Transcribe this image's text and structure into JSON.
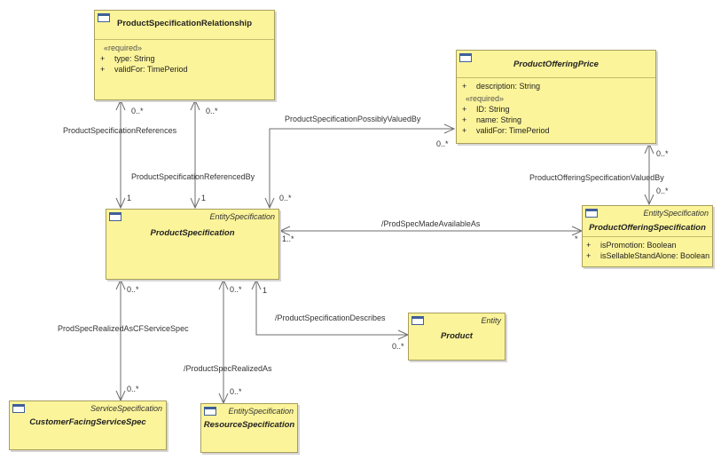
{
  "classes": {
    "psr": {
      "name": "ProductSpecificationRelationship",
      "required_label": "«required»",
      "attributes": [
        {
          "vis": "+",
          "text": "type: String"
        },
        {
          "vis": "+",
          "text": "validFor: TimePeriod"
        }
      ]
    },
    "pop": {
      "name": "ProductOfferingPrice",
      "attr_top": {
        "vis": "+",
        "text": "description: String"
      },
      "required_label": "«required»",
      "attributes": [
        {
          "vis": "+",
          "text": "ID: String"
        },
        {
          "vis": "+",
          "text": "name: String"
        },
        {
          "vis": "+",
          "text": "validFor: TimePeriod"
        }
      ]
    },
    "ps": {
      "stereotype": "EntitySpecification",
      "name": "ProductSpecification"
    },
    "pos": {
      "stereotype": "EntitySpecification",
      "name": "ProductOfferingSpecification",
      "attributes": [
        {
          "vis": "+",
          "text": "isPromotion: Boolean"
        },
        {
          "vis": "+",
          "text": "isSellableStandAlone: Boolean"
        }
      ]
    },
    "product": {
      "stereotype": "Entity",
      "name": "Product"
    },
    "cfss": {
      "stereotype": "ServiceSpecification",
      "name": "CustomerFacingServiceSpec"
    },
    "rs": {
      "stereotype": "EntitySpecification",
      "name": "ResourceSpecification"
    }
  },
  "associations": {
    "references": {
      "label": "ProductSpecificationReferences",
      "mult_top": "0..*",
      "mult_bottom": "1"
    },
    "referenced_by": {
      "label": "ProductSpecificationReferencedBy",
      "mult_top": "0..*",
      "mult_bottom": "1"
    },
    "possibly_valued_by": {
      "label": "ProductSpecificationPossiblyValuedBy",
      "mult_pop": "0..*",
      "mult_ps": "0..*"
    },
    "offering_valued_by": {
      "label": "ProductOfferingSpecificationValuedBy",
      "mult_top": "0..*",
      "mult_bottom": "0..*"
    },
    "made_available_as": {
      "label": "/ProdSpecMadeAvailableAs",
      "mult_ps": "1..*",
      "mult_pos": "*"
    },
    "describes": {
      "label": "/ProductSpecificationDescribes",
      "mult_ps": "1",
      "mult_product": "0..*"
    },
    "realized_as_cfs": {
      "label": "ProdSpecRealizedAsCFServiceSpec",
      "mult_top": "0..*",
      "mult_bottom": "0..*"
    },
    "realized_as": {
      "label": "/ProductSpecRealizedAs",
      "mult_top": "0..*",
      "mult_bottom": "0..*"
    }
  },
  "colors": {
    "class_fill": "#fcf49a",
    "class_border": "#a79e5e",
    "line": "#6e6e6e"
  }
}
